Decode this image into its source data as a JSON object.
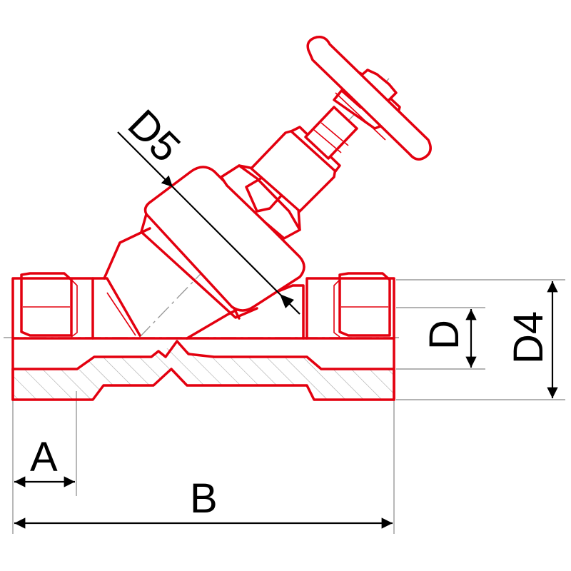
{
  "labels": {
    "a": "A",
    "b": "B",
    "d": "D",
    "d4": "D4",
    "d5": "D5"
  },
  "colors": {
    "outline": "#e3000f",
    "dimension": "#000000",
    "extension": "#9a9a9a",
    "background": "#ffffff"
  }
}
